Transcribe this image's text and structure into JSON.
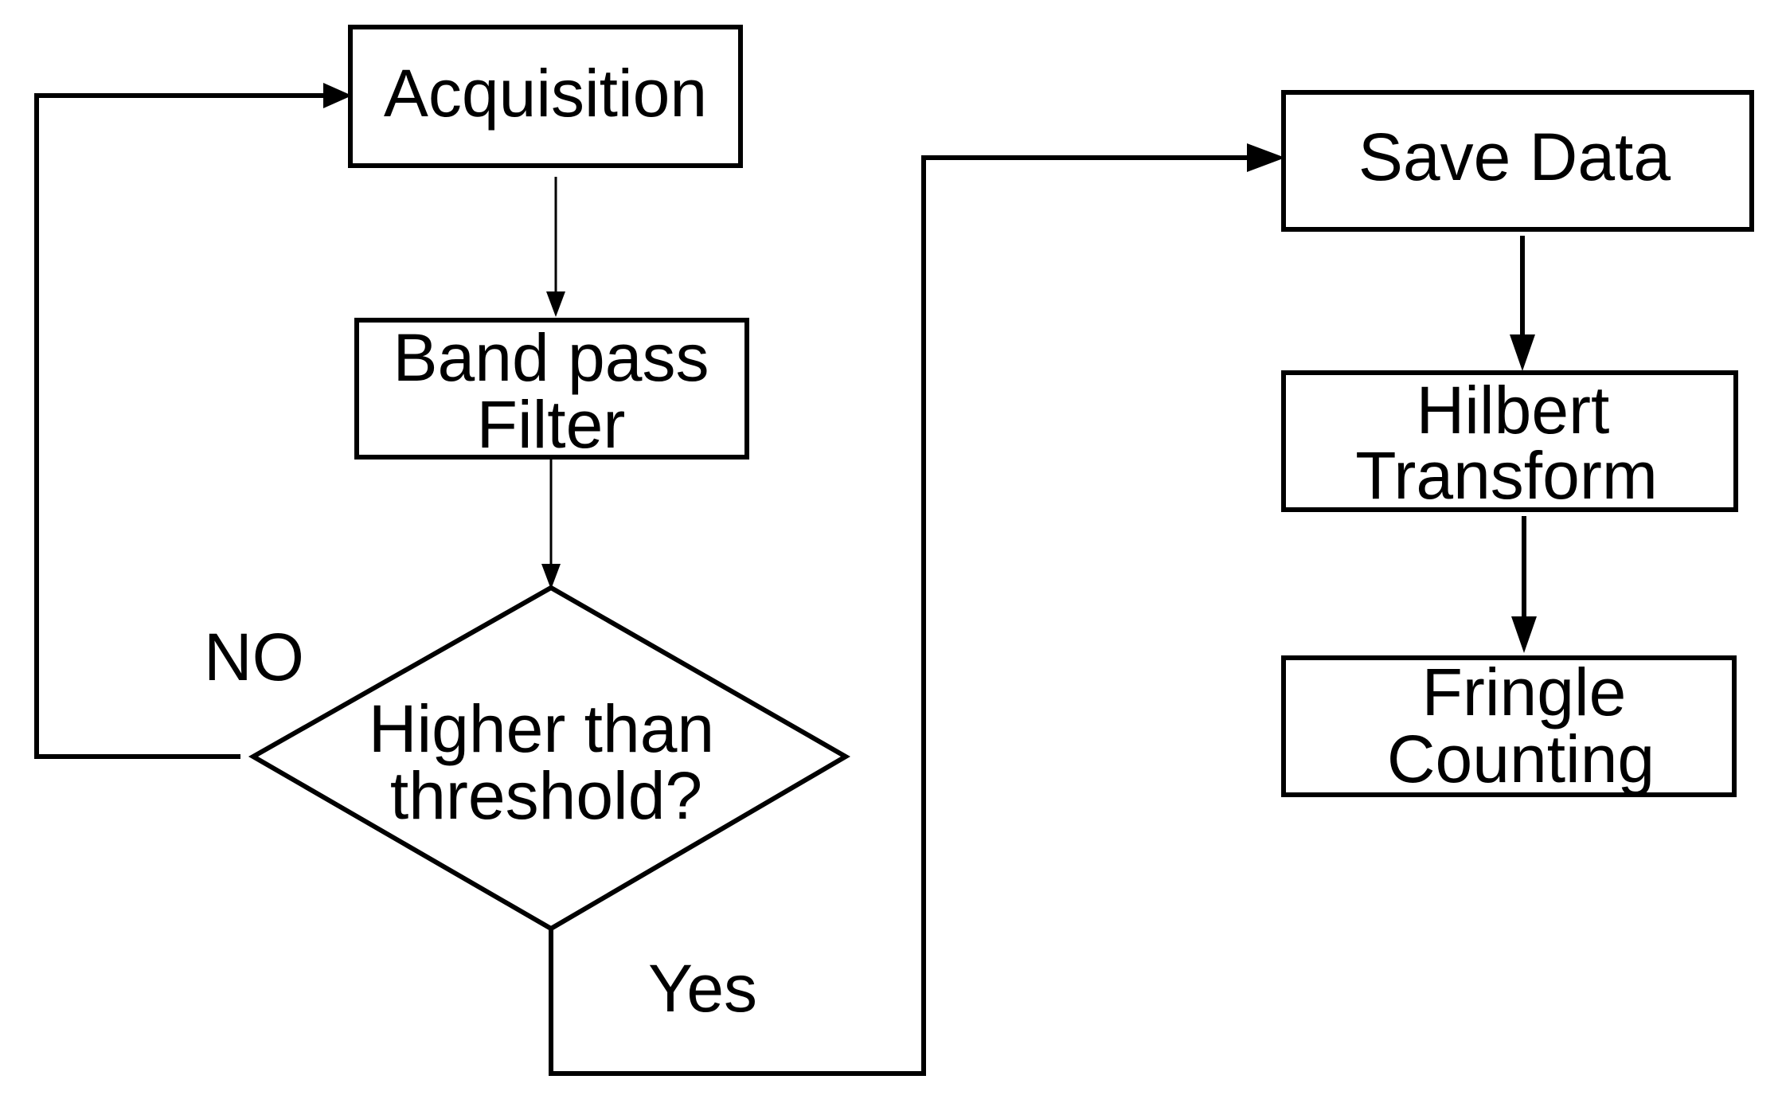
{
  "nodes": {
    "acquisition": {
      "lines": [
        "Acquisition"
      ]
    },
    "band_pass_filter": {
      "lines": [
        "Band pass",
        "Filter"
      ]
    },
    "decision": {
      "lines": [
        "Higher than",
        "threshold?"
      ]
    },
    "save_data": {
      "lines": [
        "Save Data"
      ]
    },
    "hilbert_transform": {
      "lines": [
        "Hilbert",
        "Transform"
      ]
    },
    "fringle_counting": {
      "lines": [
        "Fringle",
        "Counting"
      ]
    }
  },
  "edge_labels": {
    "no": "NO",
    "yes": "Yes"
  }
}
